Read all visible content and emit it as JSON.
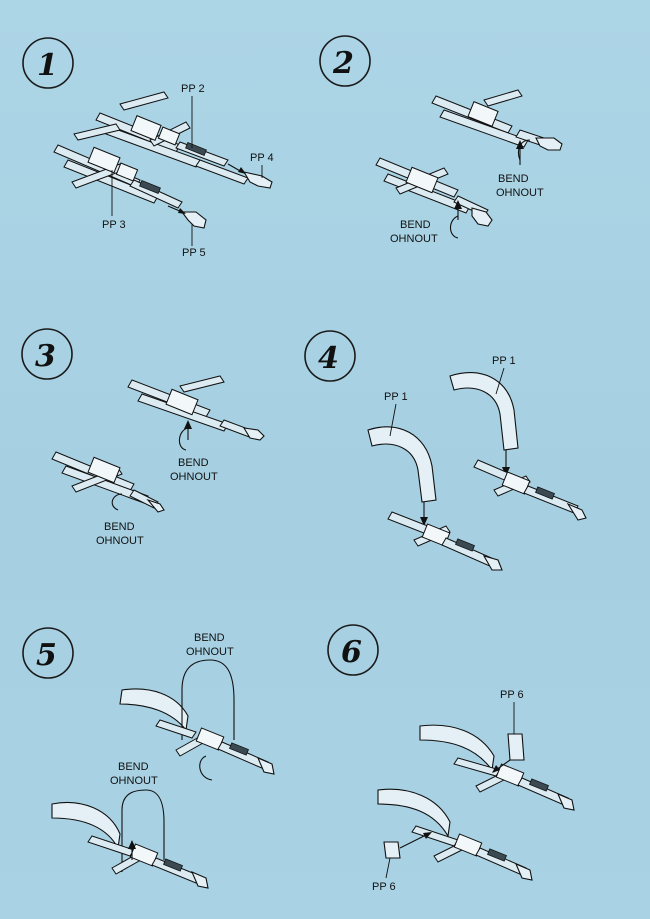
{
  "steps": [
    {
      "number": "1",
      "labels": [
        "PP 2",
        "PP 4",
        "PP 3",
        "PP 5"
      ]
    },
    {
      "number": "2",
      "labels": [
        "BEND\nOHNOUT",
        "BEND\nOHNOUT"
      ]
    },
    {
      "number": "3",
      "labels": [
        "BEND\nOHNOUT",
        "BEND\nOHNOUT"
      ]
    },
    {
      "number": "4",
      "labels": [
        "PP 1",
        "PP 1"
      ]
    },
    {
      "number": "5",
      "labels": [
        "BEND\nOHNOUT",
        "BEND\nOHNOUT"
      ]
    },
    {
      "number": "6",
      "labels": [
        "PP 6",
        "PP 6"
      ]
    }
  ],
  "text": {
    "pp1": "PP 1",
    "pp2": "PP 2",
    "pp3": "PP 3",
    "pp4": "PP 4",
    "pp5": "PP 5",
    "pp6": "PP 6",
    "bend": "BEND",
    "ohnout": "OHNOUT",
    "n1": "1",
    "n2": "2",
    "n3": "3",
    "n4": "4",
    "n5": "5",
    "n6": "6"
  },
  "colors": {
    "background": "#a9d3e4",
    "ink": "#111111",
    "part": "#dcebf2"
  }
}
